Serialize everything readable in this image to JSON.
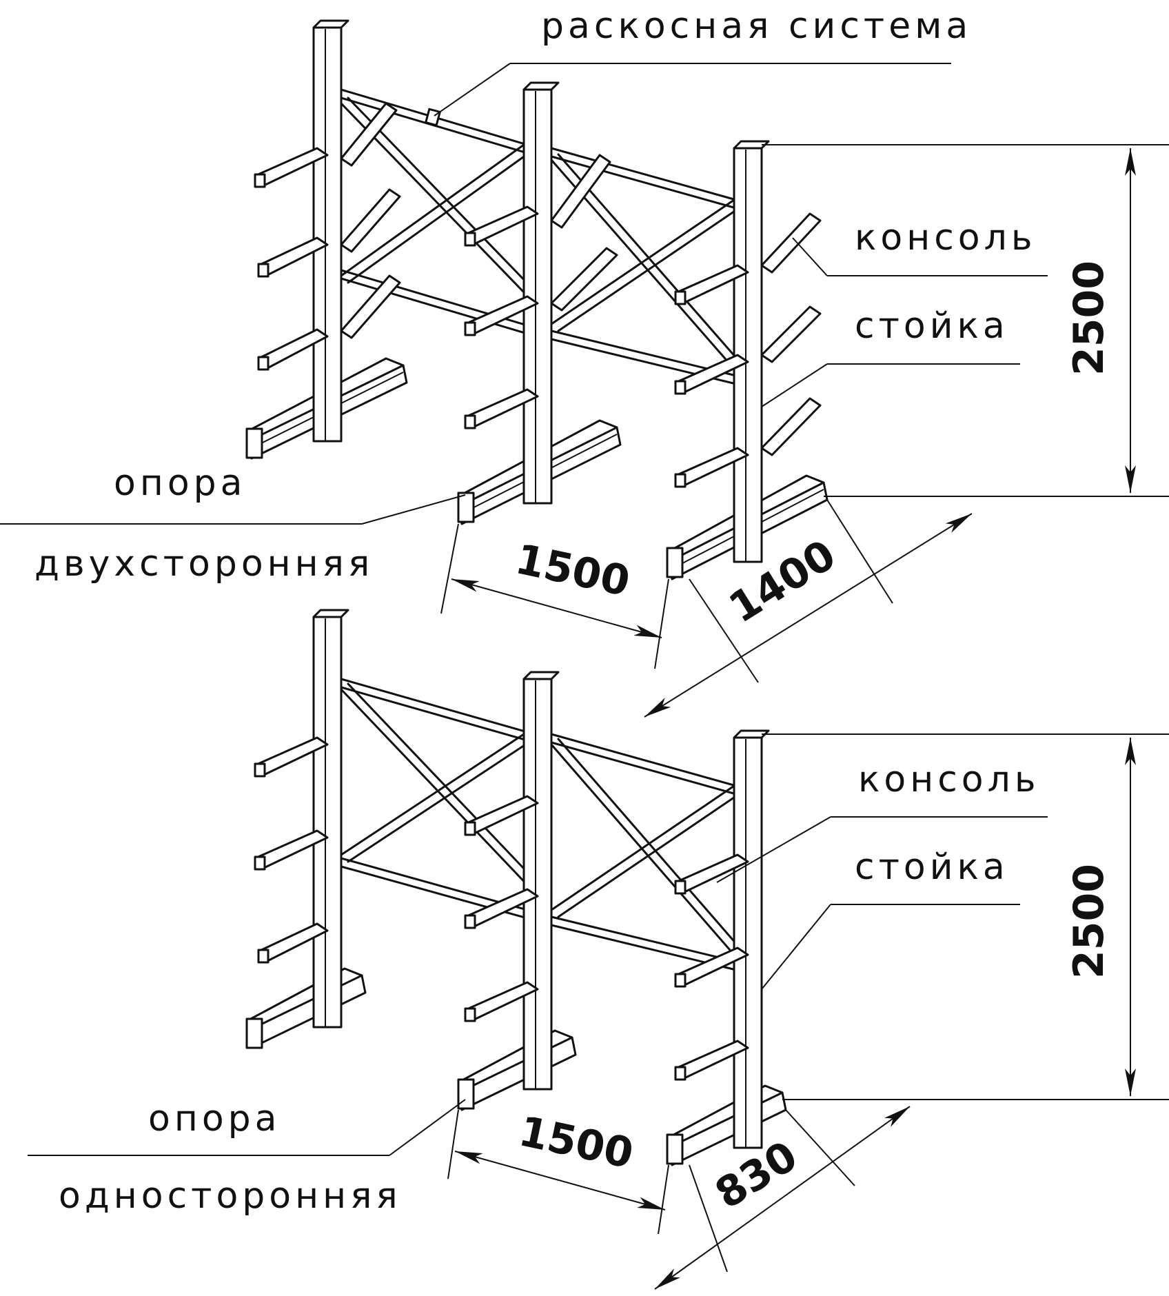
{
  "top_rack": {
    "labels": {
      "bracing": "раскосная система",
      "console": "консоль",
      "upright": "стойка",
      "base_line1": "опора",
      "base_line2": "двухсторонняя"
    },
    "dims": {
      "length": "1500",
      "depth": "1400",
      "height": "2500"
    }
  },
  "bottom_rack": {
    "labels": {
      "console": "консоль",
      "upright": "стойка",
      "base_line1": "опора",
      "base_line2": "односторонняя"
    },
    "dims": {
      "length": "1500",
      "depth": "830",
      "height": "2500"
    }
  }
}
